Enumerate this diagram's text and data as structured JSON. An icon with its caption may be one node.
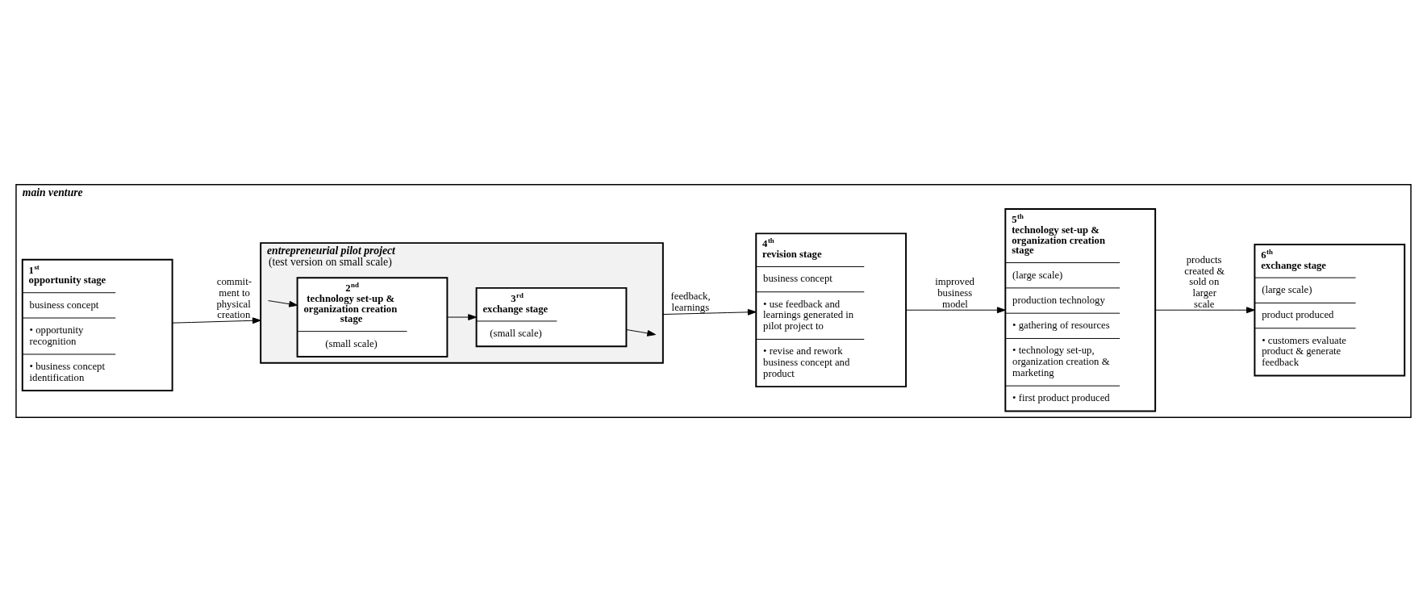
{
  "diagram": {
    "nodes": [
      {
        "text": [
          "main venture"
        ]
      },
      {
        "text": [
          "1$^{st}$ opportunity stage",
          "business concept",
          "• opportunity recognition",
          "• business concept identification"
        ],
        "in": 0
      },
      {
        "text": [
          "entrepreneurial pilot project",
          "(test version on small scale)"
        ],
        "in": 0
      },
      {
        "text": [
          "2$^{nd}$ technology set-up & organization creation stage",
          "(small scale)"
        ],
        "in": 2
      },
      {
        "text": [
          "3$^{rd}$ exchange stage",
          "(small scale)"
        ],
        "in": 2
      },
      {
        "text": [
          "4$^{th}$ revision stage",
          "business concept",
          "• use feedback and learnings generated in pilot project to",
          "• revise and rework business concept and product"
        ],
        "in": 0
      },
      {
        "text": [
          "5$^{th}$ technology set-up & organization creation stage",
          "(large scale)",
          "production technology",
          "• gathering of resources",
          "• technology set-up, organization creation & marketing",
          "• first product produced"
        ],
        "in": 0
      },
      {
        "text": [
          "6$^{th}$ exchange stage",
          "(large scale)",
          "product produced",
          "• customers evaluate product & generate feedback"
        ],
        "in": 0
      }
    ],
    "edges": [
      {
        "from": 1,
        "to": 2,
        "arrow": "to",
        "label": "commit-ment to physical creation"
      },
      {
        "from": 2,
        "to": 3,
        "arrow": "to"
      },
      {
        "from": 3,
        "to": 4,
        "arrow": "to"
      },
      {
        "from": 4,
        "to": 2,
        "arrow": "to"
      },
      {
        "from": 2,
        "to": 5,
        "arrow": "to",
        "label": "feedback, learnings"
      },
      {
        "from": 5,
        "to": 6,
        "arrow": "to",
        "label": "improved business model"
      },
      {
        "from": 6,
        "to": 7,
        "arrow": "to",
        "label": "products created & sold on larger scale"
      }
    ]
  }
}
